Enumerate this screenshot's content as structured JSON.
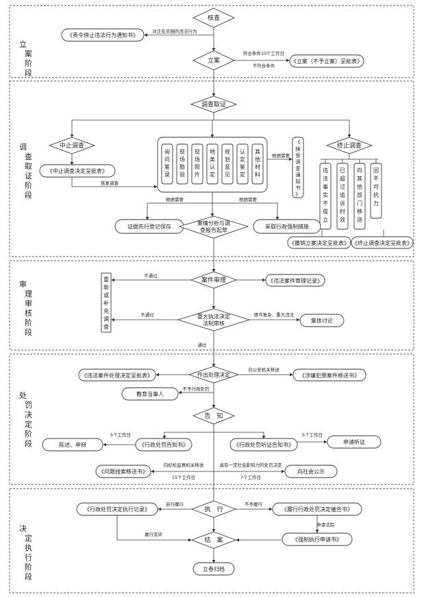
{
  "stages": {
    "s1": [
      "立",
      "案",
      "阶",
      "段"
    ],
    "s2": [
      "调",
      "查",
      "取",
      "证",
      "阶",
      "段"
    ],
    "s3": [
      "审",
      "理",
      "审",
      "核",
      "阶",
      "段"
    ],
    "s4": [
      "处",
      "罚",
      "决",
      "定",
      "阶",
      "段"
    ],
    "s5": [
      "决",
      "定",
      "执",
      "行",
      "阶",
      "段"
    ]
  },
  "nodes": {
    "check": "核查",
    "stop_order": "《责令停止违法行为通知书》",
    "filing": "立案",
    "filing_approval": "《立案（不予立案）呈批表》",
    "investigate": "调查取证",
    "suspend": "中止调查",
    "suspend_approval": "《中止调查决定呈批表》",
    "ev1": [
      "询",
      "问",
      "笔",
      "录"
    ],
    "ev2": [
      "现",
      "场",
      "勘",
      "验"
    ],
    "ev3": [
      "现",
      "场",
      "照",
      "片"
    ],
    "ev4": [
      "地",
      "类",
      "认",
      "定"
    ],
    "ev5": [
      "规",
      "划",
      "意",
      "见"
    ],
    "ev6": [
      "认",
      "定",
      "鉴",
      "定"
    ],
    "ev7": [
      "其",
      "他",
      "材",
      "料"
    ],
    "notice_v": [
      "《",
      "接",
      "受",
      "调",
      "查",
      "通",
      "知",
      "书",
      "》"
    ],
    "terminate": "终止调查",
    "tr1": [
      "违",
      "法",
      "事",
      "实",
      "不",
      "成",
      "立"
    ],
    "tr2": [
      "已",
      "超",
      "过",
      "追",
      "诉",
      "时",
      "效"
    ],
    "tr3": [
      "向",
      "其",
      "他",
      "部",
      "门",
      "移",
      "送"
    ],
    "tr4": [
      "因",
      "不",
      "可",
      "抗",
      "力"
    ],
    "revoke": "《撤销立案决定呈批表》",
    "terminate_approval": "《终止调查决定呈批表》",
    "preserve": "证据先行登记保存",
    "analysis1": "案情分析与调",
    "analysis2": "查报告起草",
    "coercive": "采取行政强制措施",
    "reinvest": [
      "重",
      "新",
      "或",
      "补",
      "充",
      "调",
      "查"
    ],
    "review": "案件审理",
    "review_record": "《违法案件审理记录》",
    "legal1": "重大执法决定",
    "legal2": "法制审核",
    "collective": "集体讨论",
    "decision_approval": "《违法案件处理决定呈批表》",
    "make_decision": "作出处理决定",
    "transfer_crime": "《涉嫌犯罪案件移送书》",
    "educate": "教育当事人",
    "inform": "告　知",
    "statement": "陈述、申辩",
    "penalty_notice": "《行政处罚告知书》",
    "hearing_notice": "《行政处罚听证告知书》",
    "apply_hearing": "申请听证",
    "clue_transfer": "《问题线索移送书》",
    "public": "向社会公示",
    "execute": "执　行",
    "exec_record": "《行政处罚决定执行记录》",
    "urge_notice": "《履行行政处罚决定催告书》",
    "enforce_apply": "《强制执行申请书》",
    "close": "结　案",
    "archive": "立卷归档"
  },
  "labels": {
    "l_stop": "对正在实施的违法行为",
    "l_meet": "符合条件10个工作日",
    "l_notmeet": "不符合条件",
    "l_resume": "恢复调查",
    "l_need1": "根据需要",
    "l_need2": "根据需要",
    "l_need3": "根据需要",
    "l_fail1": "不通过",
    "l_fail2": "不通过",
    "l_complex": "情节复杂、重大违法",
    "l_pass": "通过",
    "l_police": "向公安机关移送",
    "l_nopenalty": "不予行政处罚",
    "l_5days1": "5个工作日",
    "l_5days2": "5个工作日",
    "l_discipline": "向纪检监察机关移送",
    "l_15days": "15个工作日",
    "l_social": "具有一定社会影响力的处罚决定",
    "l_7days": "7个工作日",
    "l_selfexec": "自行履行",
    "l_notexec": "不予履行",
    "l_court": "申请法院",
    "l_done": "履行完毕"
  }
}
